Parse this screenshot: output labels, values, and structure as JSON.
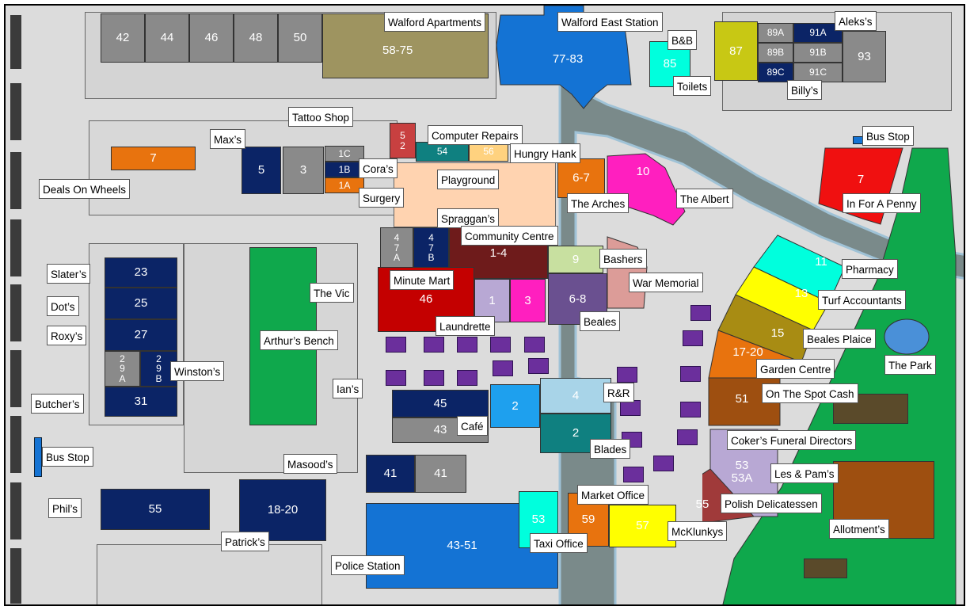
{
  "colors": {
    "navy": "#0b2466",
    "grey": "#8a8a8a",
    "blue": "#1473d4",
    "olive": "#9e9460",
    "green": "#0fa84c",
    "orange": "#e8730e",
    "red": "#c40000",
    "brightred": "#f01010",
    "pink": "#ff1fbf",
    "maroon": "#6e1b1b",
    "yellow": "#ffff00",
    "cyan": "#00ffdd",
    "teal": "#0f8080",
    "lilac": "#b8a8d4",
    "purple": "#6b2f9c",
    "brown": "#9e4f10",
    "khaki": "#a88c13",
    "lime": "#c8c814"
  },
  "blocks": {
    "b42": "42",
    "b44": "44",
    "b46": "46",
    "b48": "48",
    "b50": "50",
    "b5875": "58-75",
    "b7783": "77-83",
    "b85": "85",
    "b87": "87",
    "b89a": "89A",
    "b89b": "89B",
    "b89c": "89C",
    "b91a": "91A",
    "b91b": "91B",
    "b91c": "91C",
    "b93": "93",
    "b7a": "7",
    "b5": "5",
    "b3": "3",
    "b1c": "1C",
    "b1b": "1B",
    "b1a": "1A",
    "b52": "5\n2",
    "b54": "54",
    "b56": "56",
    "b67": "6-7",
    "b10": "10",
    "b7b": "7",
    "b47a": "4\n7\nA",
    "b47b": "4\n7\nB",
    "b14": "1-4",
    "b9": "9",
    "b1": "1",
    "b3b": "3",
    "b68": "6-8",
    "b11": "11",
    "b13": "13",
    "b15": "15",
    "b1720": "17-20",
    "b51": "51",
    "b23": "23",
    "b25": "25",
    "b27": "27",
    "b29a": "2\n9\nA",
    "b29b": "2\n9\nB",
    "b31": "31",
    "b45": "45",
    "b2a": "2",
    "b4": "4",
    "b2b": "2",
    "b43": "43",
    "b41a": "41",
    "b41b": "41",
    "b55": "55",
    "b1820": "18-20",
    "b4351": "43-51",
    "b53": "53",
    "b59": "59",
    "b57": "57",
    "b55b": "55",
    "b5353a": "53\n53A"
  },
  "labels": {
    "walford_apartments": "Walford Apartments",
    "walford_east_station": "Walford East Station",
    "aleks": "Aleks’s",
    "bnb": "B&B",
    "toilets": "Toilets",
    "billys": "Billy’s",
    "tattoo_shop": "Tattoo Shop",
    "maxs": "Max’s",
    "computer_repairs": "Computer Repairs",
    "hungry_hank": "Hungry Hank",
    "coras": "Cora’s",
    "playground": "Playground",
    "surgery": "Surgery",
    "deals_on_wheels": "Deals On Wheels",
    "the_arches": "The Arches",
    "the_albert": "The Albert",
    "bus_stop_ne": "Bus Stop",
    "in_for_a_penny": "In For A Penny",
    "spraggans": "Spraggan’s",
    "community_centre": "Community Centre",
    "bashers": "Bashers",
    "war_memorial": "War Memorial",
    "minute_mart": "Minute Mart",
    "the_vic": "The Vic",
    "pharmacy": "Pharmacy",
    "turf_accountants": "Turf Accountants",
    "slaters": "Slater’s",
    "dots": "Dot’s",
    "roxys": "Roxy’s",
    "laundrette": "Laundrette",
    "beales": "Beales",
    "arthurs_bench": "Arthur’s Bench",
    "beales_plaice": "Beales Plaice",
    "the_park": "The Park",
    "garden_centre": "Garden Centre",
    "winstons": "Winston’s",
    "ians": "Ian’s",
    "rnr": "R&R",
    "on_the_spot_cash": "On The Spot Cash",
    "butchers": "Butcher’s",
    "cafe": "Café",
    "cokers": "Coker’s Funeral Directors",
    "blades": "Blades",
    "bus_stop_w": "Bus Stop",
    "masoods": "Masood’s",
    "les_pams": "Les & Pam’s",
    "phils": "Phil’s",
    "market_office": "Market Office",
    "polish_deli": "Polish Delicatessen",
    "mcklunkys": "McKlunkys",
    "allotments": "Allotment’s",
    "patricks": "Patrick’s",
    "taxi_office": "Taxi Office",
    "police_station": "Police Station"
  }
}
